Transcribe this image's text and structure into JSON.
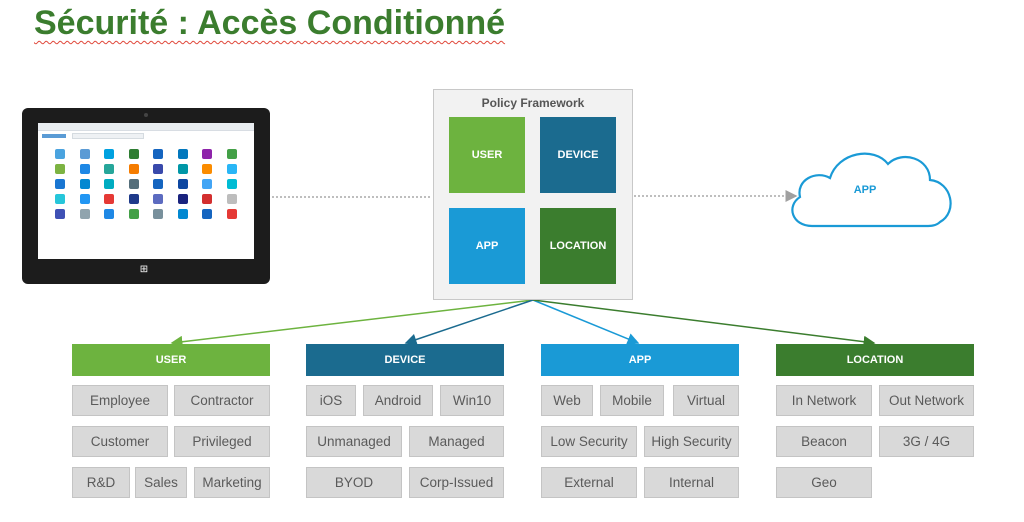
{
  "title": "Sécurité : Accès Conditionné",
  "policy": {
    "title": "Policy Framework",
    "boxes": {
      "user": "USER",
      "device": "DEVICE",
      "app": "APP",
      "location": "LOCATION"
    }
  },
  "cloud": {
    "label": "APP"
  },
  "categories": {
    "user": {
      "label": "USER",
      "color": "#6db33f",
      "items": [
        "Employee",
        "Contractor",
        "Customer",
        "Privileged",
        "R&D",
        "Sales",
        "Marketing"
      ]
    },
    "device": {
      "label": "DEVICE",
      "color": "#1b6b8f",
      "items": [
        "iOS",
        "Android",
        "Win10",
        "Unmanaged",
        "Managed",
        "BYOD",
        "Corp-Issued"
      ]
    },
    "app": {
      "label": "APP",
      "color": "#1a9ad6",
      "items": [
        "Web",
        "Mobile",
        "Virtual",
        "Low Security",
        "High Security",
        "External",
        "Internal"
      ]
    },
    "location": {
      "label": "LOCATION",
      "color": "#3b7d2e",
      "items": [
        "In Network",
        "Out Network",
        "Beacon",
        "3G / 4G",
        "Geo"
      ]
    }
  },
  "colors": {
    "user": "#6db33f",
    "device": "#1b6b8f",
    "app": "#1a9ad6",
    "location": "#3b7d2e",
    "title": "#3b7d2e"
  }
}
